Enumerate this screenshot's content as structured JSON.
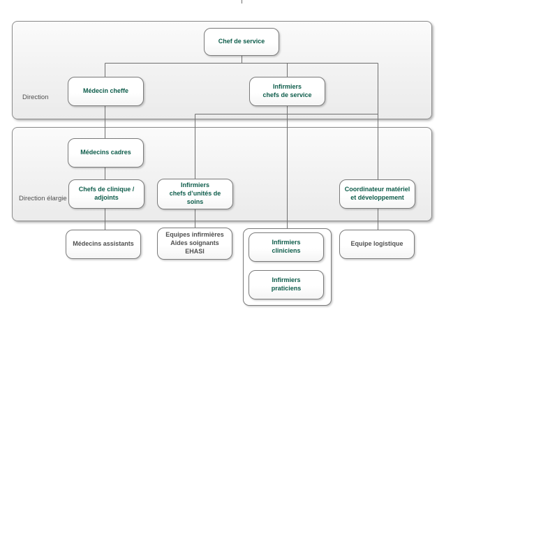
{
  "colors": {
    "accent_text": "#0d5c4a",
    "muted_text": "#4f4f4f",
    "connector_line": "#6f6f6f",
    "node_border": "#7a7a7a",
    "group_border": "#8b8b8b"
  },
  "org_chart": {
    "groups": {
      "direction": {
        "label": "Direction"
      },
      "direction_elargie": {
        "label": "Direction élargie"
      }
    },
    "nodes": {
      "chef_de_service": {
        "label": "Chef de service"
      },
      "medecin_cheffe": {
        "label": "Médecin cheffe"
      },
      "infirmiers_chefs_de_service": {
        "label": "Infirmiers\nchefs de service"
      },
      "medecins_cadres": {
        "label": "Médecins cadres"
      },
      "chefs_de_clinique": {
        "label": "Chefs de clinique /\nadjoints"
      },
      "infirmiers_chefs_unites": {
        "label": "Infirmiers\nchefs d’unités de\nsoins"
      },
      "coordinateur": {
        "label": "Coordinateur matériel\net développement"
      },
      "medecins_assistants": {
        "label": "Médecins assistants"
      },
      "equipes_infirmieres": {
        "label": "Equipes infirmières\nAides soignants\nEHASI"
      },
      "infirmiers_cliniciens": {
        "label": "Infirmiers\ncliniciens"
      },
      "infirmiers_praticiens": {
        "label": "Infirmiers\npraticiens"
      },
      "equipe_logistique": {
        "label": "Equipe logistique"
      }
    }
  }
}
